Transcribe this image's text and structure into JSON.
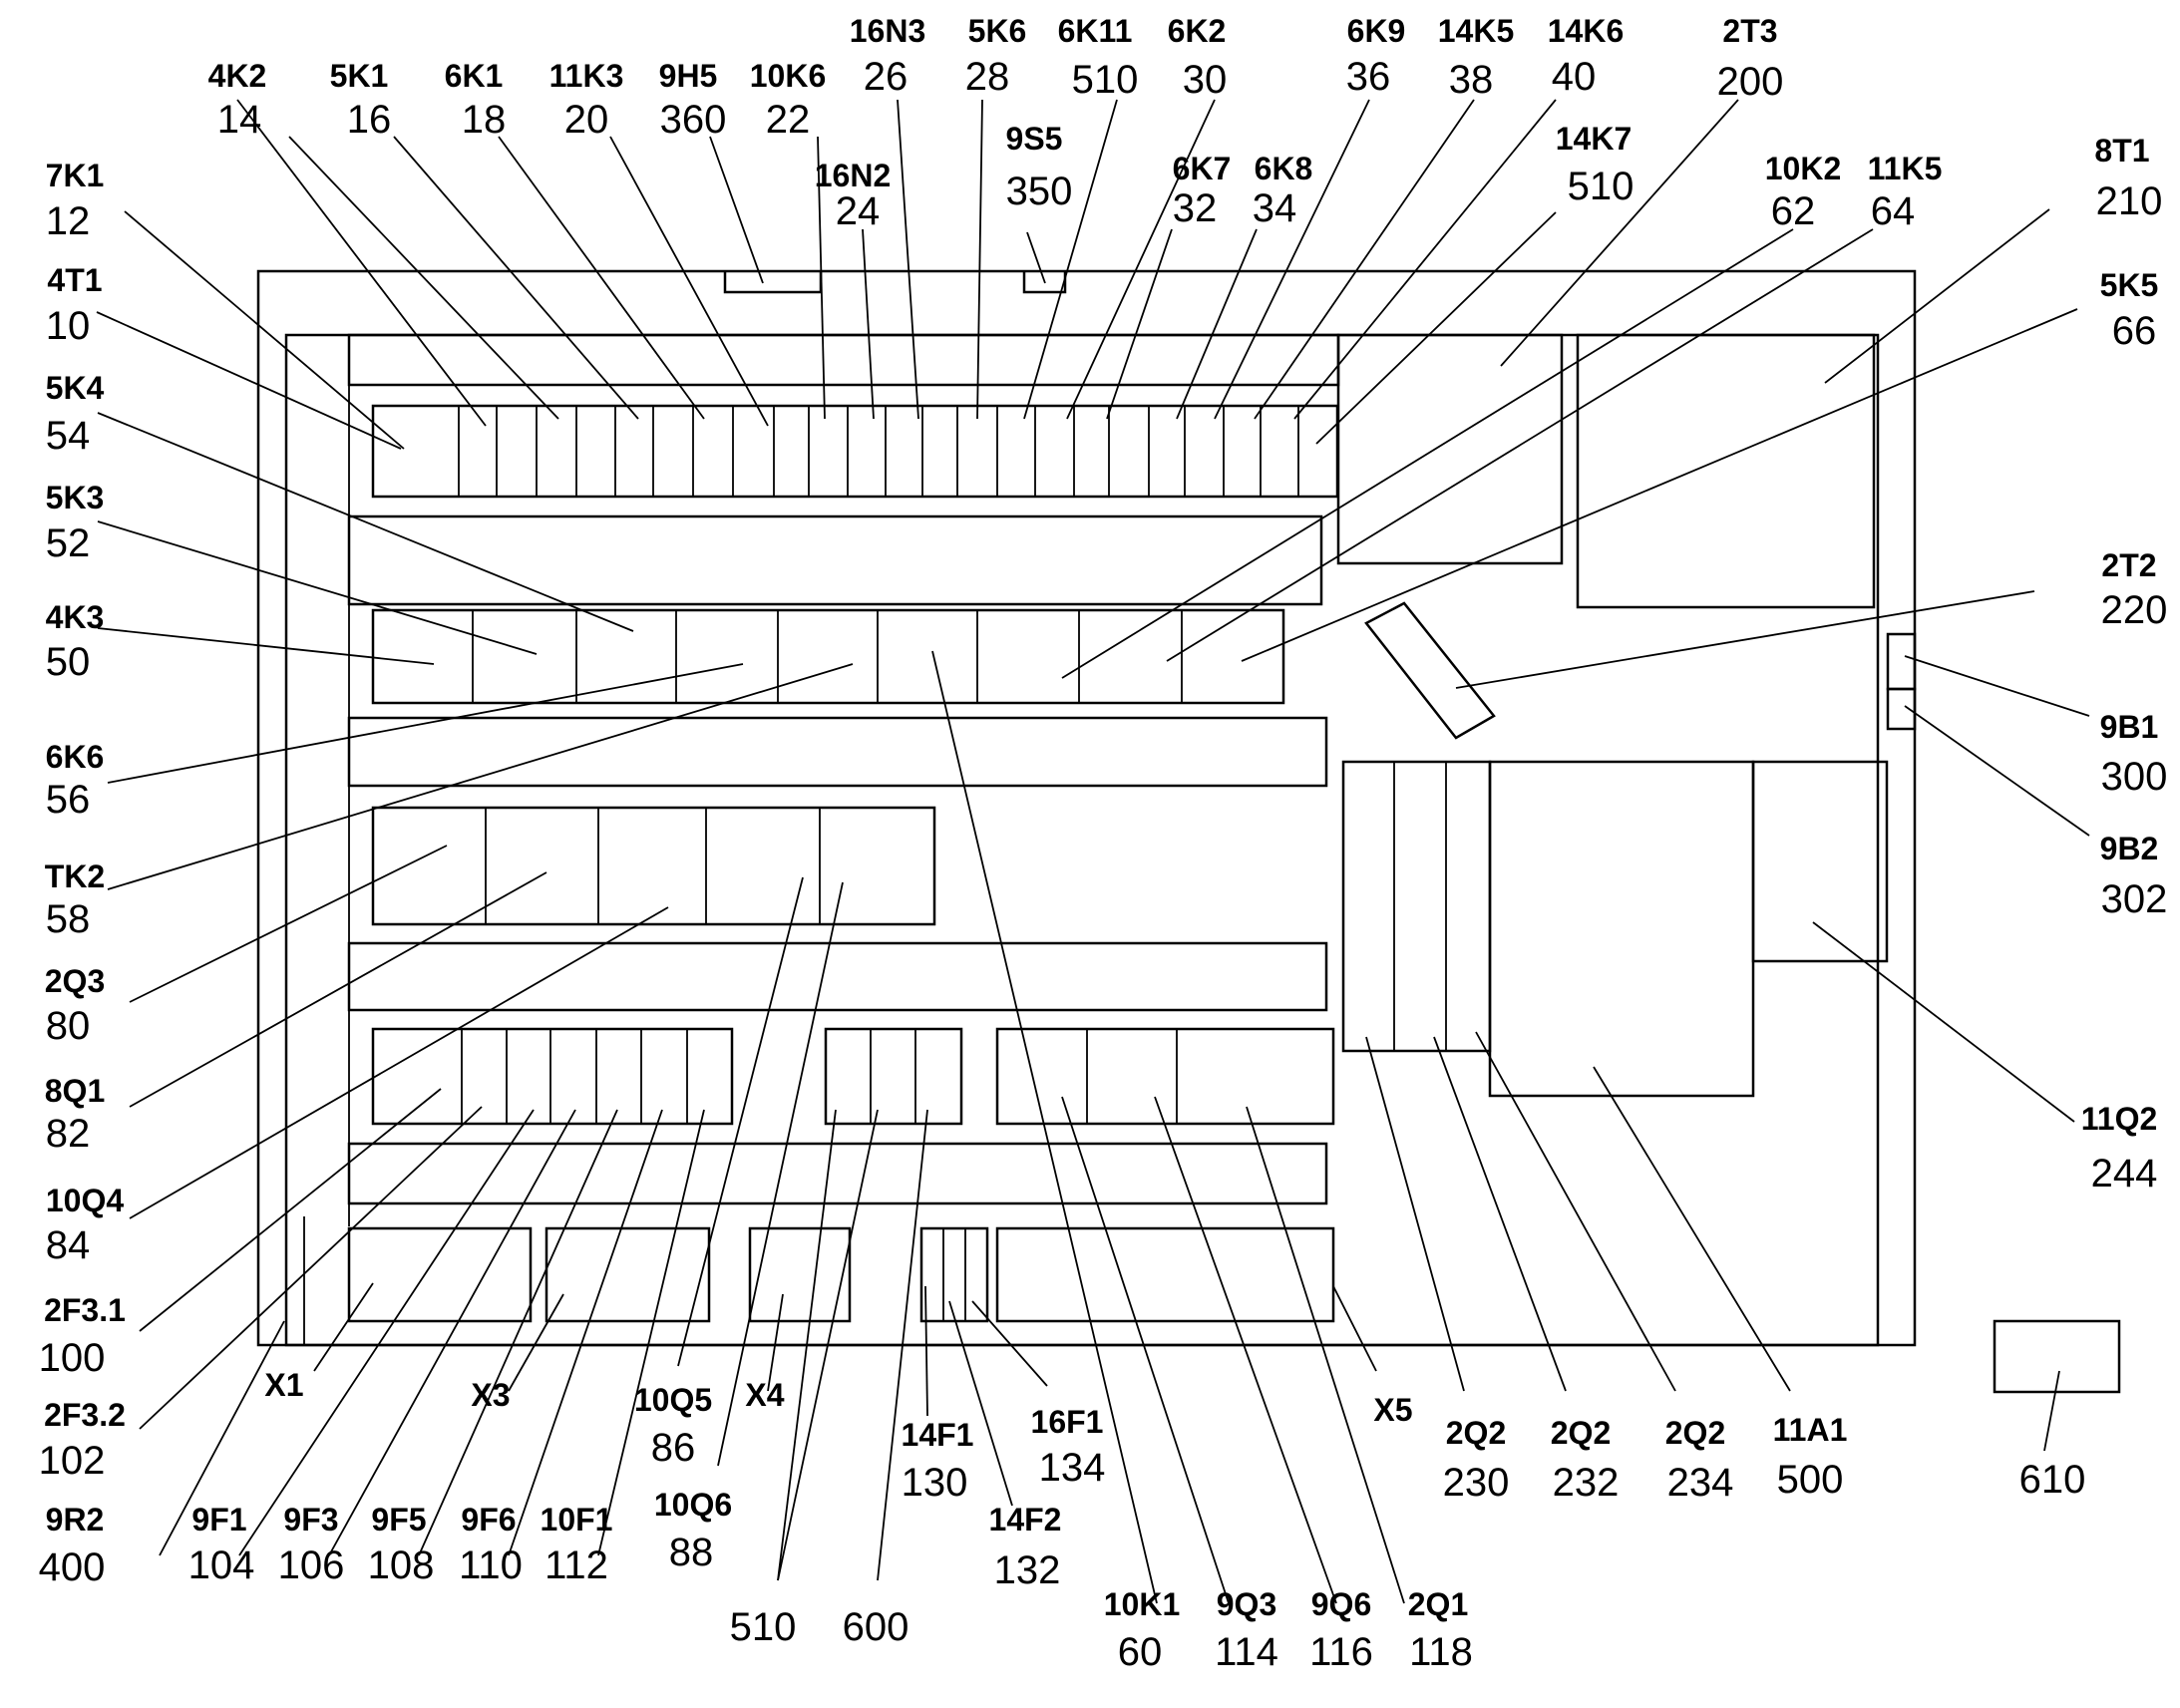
{
  "labels": [
    {
      "id": "4K2",
      "tag": "4K2",
      "num": "14"
    },
    {
      "id": "5K1",
      "tag": "5K1",
      "num": "16"
    },
    {
      "id": "6K1",
      "tag": "6K1",
      "num": "18"
    },
    {
      "id": "11K3",
      "tag": "11K3",
      "num": "20"
    },
    {
      "id": "9H5",
      "tag": "9H5",
      "num": "360"
    },
    {
      "id": "10K6",
      "tag": "10K6",
      "num": "22"
    },
    {
      "id": "16N3",
      "tag": "16N3",
      "num": "26"
    },
    {
      "id": "5K6",
      "tag": "5K6",
      "num": "28"
    },
    {
      "id": "6K11",
      "tag": "6K11",
      "num": "510"
    },
    {
      "id": "6K2",
      "tag": "6K2",
      "num": "30"
    },
    {
      "id": "6K9",
      "tag": "6K9",
      "num": "36"
    },
    {
      "id": "14K5",
      "tag": "14K5",
      "num": "38"
    },
    {
      "id": "14K6",
      "tag": "14K6",
      "num": "40"
    },
    {
      "id": "2T3",
      "tag": "2T3",
      "num": "200"
    },
    {
      "id": "7K1",
      "tag": "7K1",
      "num": "12"
    },
    {
      "id": "16N2",
      "tag": "16N2",
      "num": "24"
    },
    {
      "id": "9S5",
      "tag": "9S5",
      "num": "350"
    },
    {
      "id": "6K7",
      "tag": "6K7",
      "num": "32"
    },
    {
      "id": "6K8",
      "tag": "6K8",
      "num": "34"
    },
    {
      "id": "14K7",
      "tag": "14K7",
      "num": "510"
    },
    {
      "id": "10K2",
      "tag": "10K2",
      "num": "62"
    },
    {
      "id": "11K5",
      "tag": "11K5",
      "num": "64"
    },
    {
      "id": "8T1",
      "tag": "8T1",
      "num": "210"
    },
    {
      "id": "4T1",
      "tag": "4T1",
      "num": "10"
    },
    {
      "id": "5K5",
      "tag": "5K5",
      "num": "66"
    },
    {
      "id": "5K4",
      "tag": "5K4",
      "num": "54"
    },
    {
      "id": "5K3",
      "tag": "5K3",
      "num": "52"
    },
    {
      "id": "2T2",
      "tag": "2T2",
      "num": "220"
    },
    {
      "id": "4K3",
      "tag": "4K3",
      "num": "50"
    },
    {
      "id": "9B1",
      "tag": "9B1",
      "num": "300"
    },
    {
      "id": "6K6",
      "tag": "6K6",
      "num": "56"
    },
    {
      "id": "9B2",
      "tag": "9B2",
      "num": "302"
    },
    {
      "id": "TK2",
      "tag": "TK2",
      "num": "58"
    },
    {
      "id": "2Q3",
      "tag": "2Q3",
      "num": "80"
    },
    {
      "id": "8Q1",
      "tag": "8Q1",
      "num": "82"
    },
    {
      "id": "11Q2",
      "tag": "11Q2",
      "num": "244"
    },
    {
      "id": "10Q4",
      "tag": "10Q4",
      "num": "84"
    },
    {
      "id": "2F3.1",
      "tag": "2F3.1",
      "num": "100"
    },
    {
      "id": "2F3.2",
      "tag": "2F3.2",
      "num": "102"
    },
    {
      "id": "X1",
      "tag": "X1",
      "num": ""
    },
    {
      "id": "X3",
      "tag": "X3",
      "num": ""
    },
    {
      "id": "X4",
      "tag": "X4",
      "num": ""
    },
    {
      "id": "X5",
      "tag": "X5",
      "num": ""
    },
    {
      "id": "10Q5",
      "tag": "10Q5",
      "num": "86"
    },
    {
      "id": "16F1",
      "tag": "16F1",
      "num": "134"
    },
    {
      "id": "14F1",
      "tag": "14F1",
      "num": "130"
    },
    {
      "id": "2Q2a",
      "tag": "2Q2",
      "num": "230"
    },
    {
      "id": "2Q2b",
      "tag": "2Q2",
      "num": "232"
    },
    {
      "id": "2Q2c",
      "tag": "2Q2",
      "num": "234"
    },
    {
      "id": "11A1",
      "tag": "11A1",
      "num": "500"
    },
    {
      "id": "610",
      "tag": "",
      "num": "610"
    },
    {
      "id": "9R2",
      "tag": "9R2",
      "num": "400"
    },
    {
      "id": "10Q6",
      "tag": "10Q6",
      "num": "88"
    },
    {
      "id": "14F2",
      "tag": "14F2",
      "num": "132"
    },
    {
      "id": "9F1",
      "tag": "9F1",
      "num": "104"
    },
    {
      "id": "9F3",
      "tag": "9F3",
      "num": "106"
    },
    {
      "id": "9F5",
      "tag": "9F5",
      "num": "108"
    },
    {
      "id": "9F6",
      "tag": "9F6",
      "num": "110"
    },
    {
      "id": "10F1",
      "tag": "10F1",
      "num": "112"
    },
    {
      "id": "10K1",
      "tag": "10K1",
      "num": "60"
    },
    {
      "id": "9Q3",
      "tag": "9Q3",
      "num": "114"
    },
    {
      "id": "9Q6",
      "tag": "9Q6",
      "num": "116"
    },
    {
      "id": "2Q1",
      "tag": "2Q1",
      "num": "118"
    },
    {
      "id": "510b",
      "tag": "",
      "num": "510"
    },
    {
      "id": "600",
      "tag": "",
      "num": "600"
    }
  ]
}
